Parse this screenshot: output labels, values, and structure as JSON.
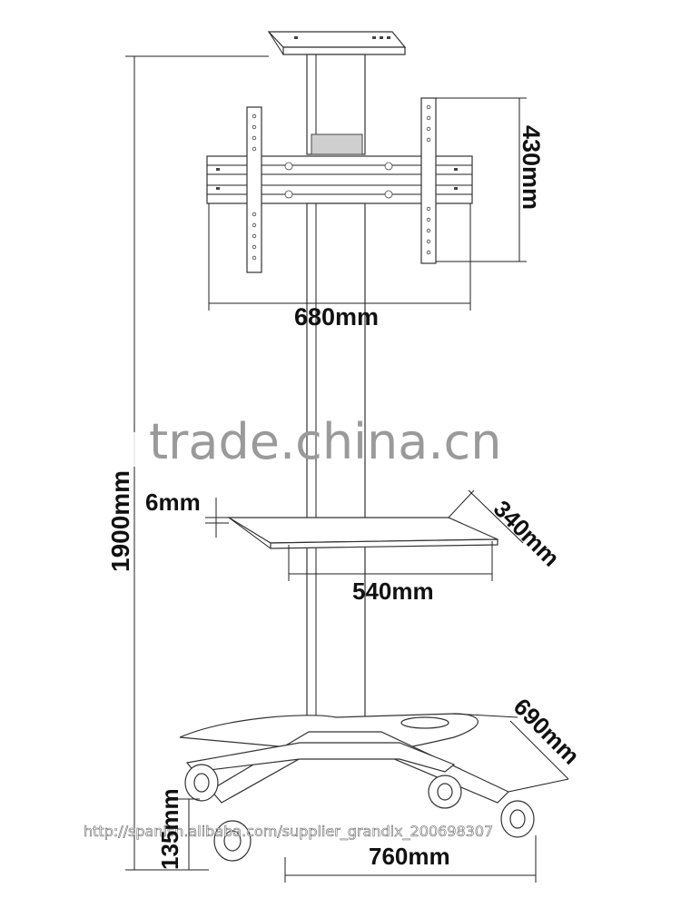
{
  "dimensions": {
    "height_total": "1900mm",
    "bracket_height": "430mm",
    "bracket_width": "680mm",
    "shelf_thickness": "6mm",
    "shelf_depth": "340mm",
    "shelf_width": "540mm",
    "base_depth": "690mm",
    "base_height": "135mm",
    "base_width": "760mm"
  },
  "watermark": {
    "brand": "trade.china.cn",
    "url": "http://spanish.alibaba.com/supplier_grandix_200698307"
  }
}
